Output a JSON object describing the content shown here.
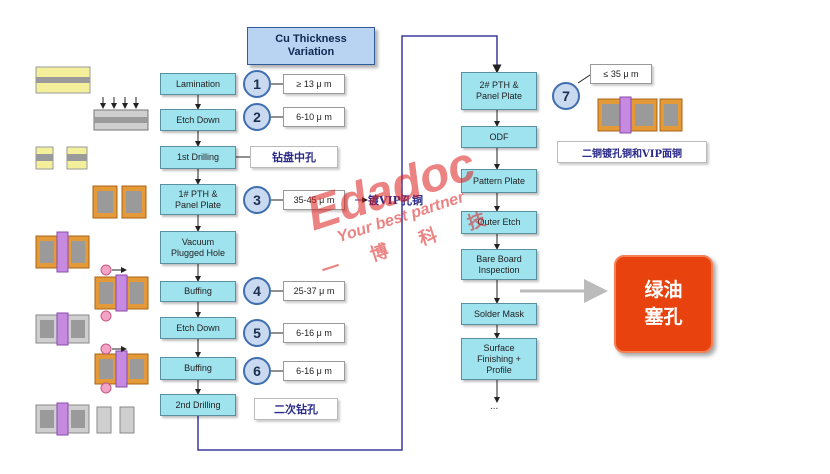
{
  "title": {
    "line1": "Cu Thickness",
    "line2": "Variation"
  },
  "left_steps": [
    "Lamination",
    "Etch Down",
    "1st Drilling",
    "1# PTH &\nPanel Plate",
    "Vacuum\nPlugged Hole",
    "Buffing",
    "Etch Down",
    "Buffing",
    "2nd Drilling"
  ],
  "right_steps": [
    "2# PTH &\nPanel Plate",
    "ODF",
    "Pattern Plate",
    "Outer Etch",
    "Bare Board\nInspection",
    "Solder Mask",
    "Surface\nFinishing +\nProfile",
    "..."
  ],
  "markers": [
    {
      "num": "1",
      "value": "≥ 13 μ m"
    },
    {
      "num": "2",
      "value": "6-10 μ m"
    },
    {
      "num": "3",
      "value": "35-45 μ m"
    },
    {
      "num": "4",
      "value": "25-37 μ m"
    },
    {
      "num": "5",
      "value": "6-16 μ m"
    },
    {
      "num": "6",
      "value": "6-16 μ m"
    },
    {
      "num": "7",
      "value": "≤ 35 μ m"
    }
  ],
  "notes": {
    "drill": "钻盘中孔",
    "vip": "镀VIP孔铜",
    "second_drill": "二次钻孔",
    "right_note": "二铜镀孔铜和VIP面铜"
  },
  "callout": {
    "line1": "绿油",
    "line2": "塞孔"
  },
  "watermark": {
    "brand": "Edadoc",
    "tagline": "Your best partner",
    "cn": "一 博 科 技"
  },
  "colors": {
    "step_fill": "#9fe3ee",
    "callout": "#e8430e",
    "title_fill": "#b9d3f2"
  }
}
